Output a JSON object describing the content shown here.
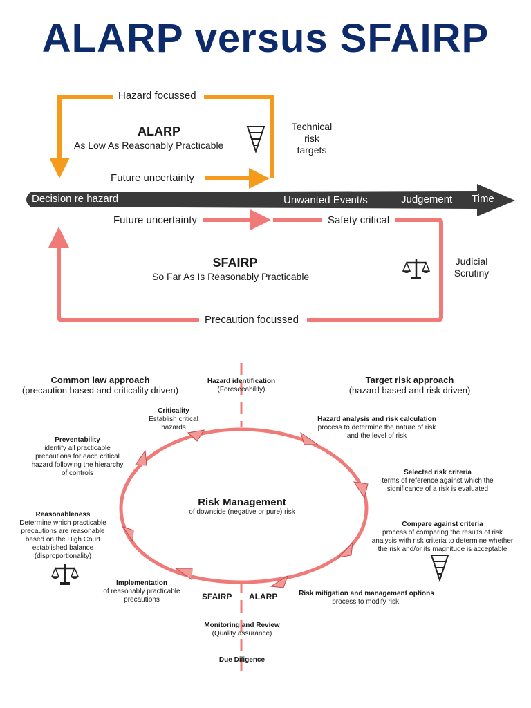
{
  "title": "ALARP versus SFAIRP",
  "top": {
    "hazard_focussed": "Hazard focussed",
    "alarp": "ALARP",
    "alarp_full": "As Low As Reasonably Practicable",
    "future_uncertainty_top": "Future uncertainty",
    "technical_risk_targets": [
      "Technical",
      "risk",
      "targets"
    ],
    "decision_re_hazard": "Decision re hazard",
    "unwanted_events": "Unwanted Event/s",
    "judgement": "Judgement",
    "time": "Time",
    "future_uncertainty_bottom": "Future uncertainty",
    "safety_critical": "Safety critical",
    "sfairp": "SFAIRP",
    "sfairp_full": "So Far As Is Reasonably Practicable",
    "judicial_scrutiny": [
      "Judicial",
      "Scrutiny"
    ],
    "precaution_focussed": "Precaution focussed"
  },
  "bottom": {
    "common_law_title": "Common law approach",
    "common_law_sub": "(precaution based and criticality driven)",
    "target_risk_title": "Target risk approach",
    "target_risk_sub": "(hazard based and risk driven)",
    "hazard_id_title": "Hazard identification",
    "hazard_id_sub": "(Foreseeability)",
    "criticality_title": "Criticality",
    "criticality_lines": [
      "Establish critical",
      "hazards"
    ],
    "preventability_title": "Preventability",
    "preventability_lines": [
      "identify all practicable",
      "precautions for each critical",
      "hazard following the hierarchy",
      "of controls"
    ],
    "reasonableness_title": "Reasonableness",
    "reasonableness_lines": [
      "Determine which practicable",
      "precautions are reasonable",
      "based on the High Court",
      "established balance",
      "(disproportionality)"
    ],
    "implementation_title": "Implementation",
    "implementation_lines": [
      "of reasonably practicable",
      "precautions"
    ],
    "hazard_analysis_title": "Hazard analysis and risk calculation",
    "hazard_analysis_lines": [
      "process to determine the nature of risk",
      "and the level of risk"
    ],
    "selected_criteria_title": "Selected risk criteria",
    "selected_criteria_lines": [
      "terms of reference against which the",
      "significance of a risk is evaluated"
    ],
    "compare_title": "Compare against criteria",
    "compare_lines": [
      "process of comparing the results of risk",
      "analysis with risk criteria to determine whether",
      "the risk and/or its magnitude is acceptable"
    ],
    "mitigation_title": "Risk mitigation and management options",
    "mitigation_sub": "process to modify risk.",
    "risk_mgmt_title": "Risk Management",
    "risk_mgmt_sub": "of downside (negative or pure) risk",
    "sfairp": "SFAIRP",
    "alarp": "ALARP",
    "monitoring_title": "Monitoring and Review",
    "monitoring_sub": "(Quality assurance)",
    "due_diligence": "Due Diligence"
  },
  "colors": {
    "title": "#0d2a6b",
    "alarp_orange": "#f59a1b",
    "sfairp_pink": "#f07a78",
    "timeline": "#3a3a3a"
  },
  "icons": [
    "triangle-gauge-icon",
    "scales-icon"
  ]
}
